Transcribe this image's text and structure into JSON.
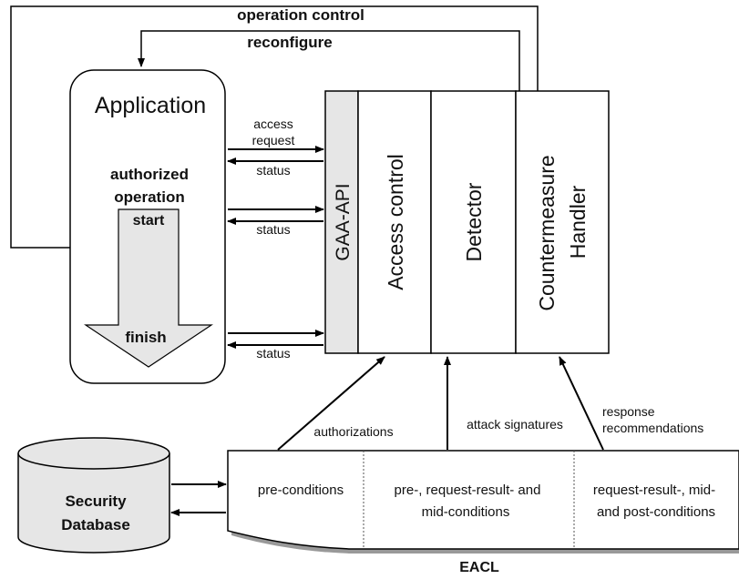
{
  "top_labels": {
    "operation_control": "operation control",
    "reconfigure": "reconfigure"
  },
  "application": {
    "title": "Application",
    "authorized_line1": "authorized",
    "authorized_line2": "operation",
    "start": "start",
    "finish": "finish"
  },
  "api": {
    "gaa_api": "GAA-API",
    "access_control": "Access control",
    "detector": "Detector",
    "countermeasure_line1": "Countermeasure",
    "countermeasure_line2": "Handler"
  },
  "arrows": {
    "access_line1": "access",
    "access_line2": "request",
    "status1": "status",
    "status2": "status",
    "status3": "status"
  },
  "flows": {
    "authorizations": "authorizations",
    "attack_signatures": "attack signatures",
    "response_line1": "response",
    "response_line2": "recommendations"
  },
  "database": {
    "line1": "Security",
    "line2": "Database"
  },
  "eacl": {
    "label": "EACL",
    "sections": [
      {
        "line1": "pre-conditions",
        "line2": ""
      },
      {
        "line1": "pre-, request-result- and",
        "line2": "mid-conditions"
      },
      {
        "line1": "request-result-, mid-",
        "line2": "and post-conditions"
      }
    ]
  }
}
